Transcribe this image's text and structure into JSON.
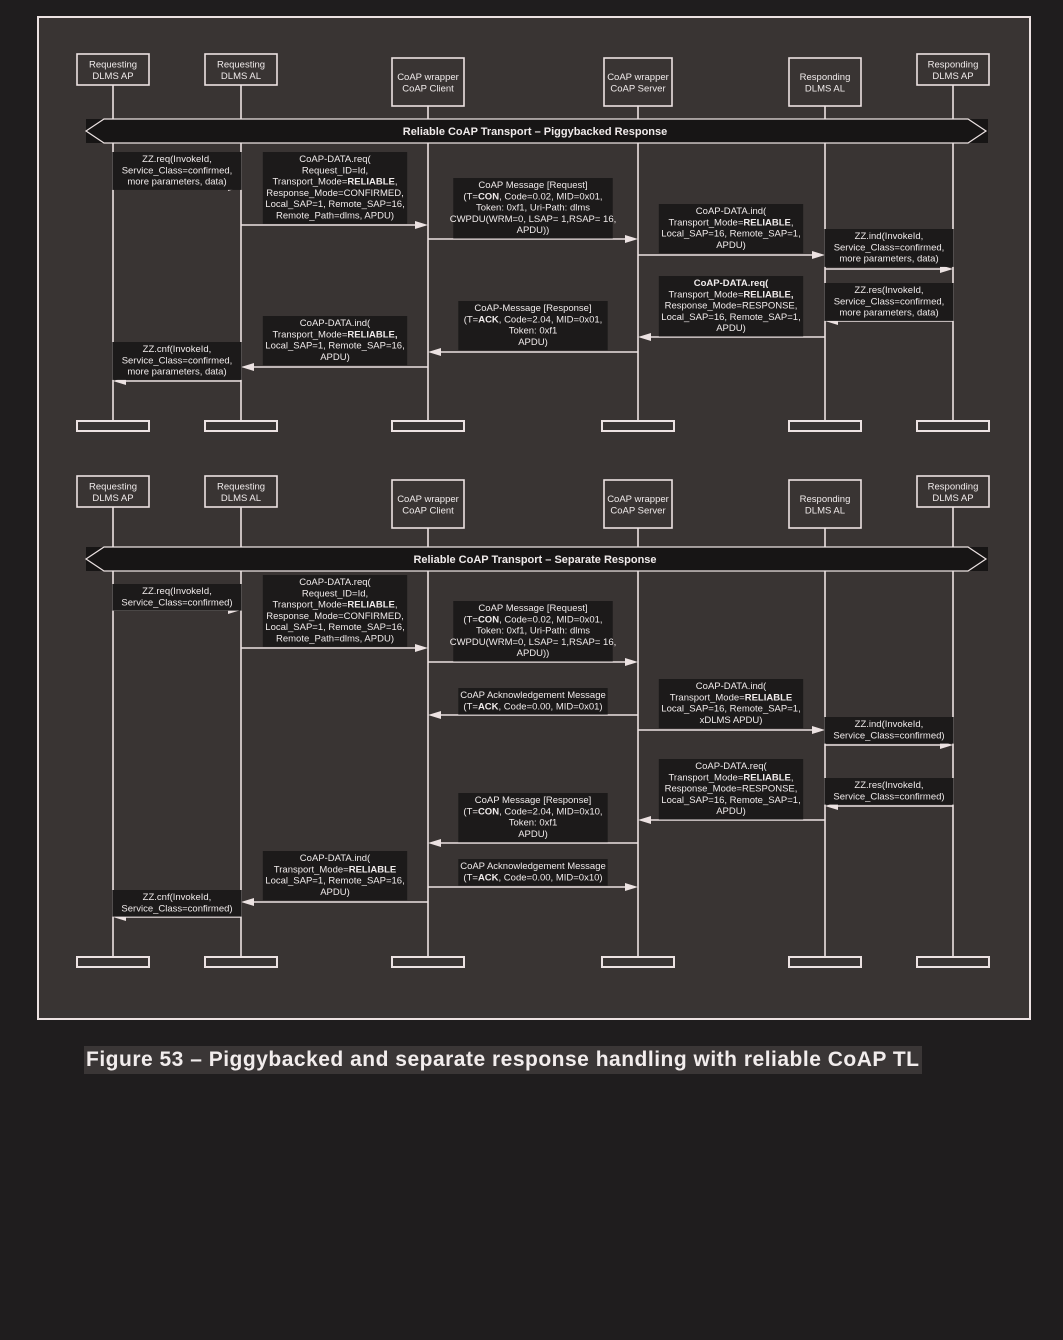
{
  "colors": {
    "page_background": "#1f1d1e",
    "panel_background": "#393433",
    "line": "#ece2e2",
    "label_background": "#1c1a1a",
    "banner_background": "#171515",
    "text": "#f0ebeb"
  },
  "caption": "Figure 53 – Piggybacked and separate response handling with reliable CoAP TL",
  "participants": [
    {
      "id": "req_ap",
      "lines": [
        "Requesting",
        "DLMS AP"
      ]
    },
    {
      "id": "req_al",
      "lines": [
        "Requesting",
        "DLMS AL"
      ]
    },
    {
      "id": "coap_client",
      "lines": [
        "CoAP wrapper",
        "CoAP Client"
      ]
    },
    {
      "id": "coap_server",
      "lines": [
        "CoAP wrapper",
        "CoAP Server"
      ]
    },
    {
      "id": "resp_al",
      "lines": [
        "Responding",
        "DLMS AL"
      ]
    },
    {
      "id": "resp_ap",
      "lines": [
        "Responding",
        "DLMS AP"
      ]
    }
  ],
  "panels": [
    {
      "banner": "Reliable CoAP Transport – Piggybacked Response",
      "messages": [
        {
          "from": "req_ap",
          "to": "req_al",
          "lines": [
            [
              {
                "t": "ZZ.req(InvokeId,"
              }
            ],
            [
              {
                "t": "Service_Class=confirmed,"
              }
            ],
            [
              {
                "t": "more parameters, data)"
              }
            ]
          ]
        },
        {
          "from": "req_al",
          "to": "coap_client",
          "lines": [
            [
              {
                "t": "CoAP-DATA.req("
              }
            ],
            [
              {
                "t": "Request_ID=Id,"
              }
            ],
            [
              {
                "t": "Transport_Mode="
              },
              {
                "t": "RELIABLE",
                "b": true
              },
              {
                "t": ","
              }
            ],
            [
              {
                "t": "Response_Mode=CONFIRMED,"
              }
            ],
            [
              {
                "t": "Local_SAP=1, Remote_SAP=16,"
              }
            ],
            [
              {
                "t": "Remote_Path=dlms, APDU)"
              }
            ]
          ]
        },
        {
          "from": "coap_client",
          "to": "coap_server",
          "lines": [
            [
              {
                "t": "CoAP Message [Request]"
              }
            ],
            [
              {
                "t": "(T="
              },
              {
                "t": "CON",
                "b": true
              },
              {
                "t": ", Code=0.02, MID=0x01,"
              }
            ],
            [
              {
                "t": "Token: 0xf1, Uri-Path: dlms"
              }
            ],
            [
              {
                "t": "CWPDU(WRM=0, LSAP= 1,RSAP= 16,"
              }
            ],
            [
              {
                "t": "APDU))"
              }
            ]
          ]
        },
        {
          "from": "coap_server",
          "to": "resp_al",
          "lines": [
            [
              {
                "t": "CoAP-DATA.ind("
              }
            ],
            [
              {
                "t": "Transport_Mode="
              },
              {
                "t": "RELIABLE",
                "b": true
              },
              {
                "t": ","
              }
            ],
            [
              {
                "t": "Local_SAP=16, Remote_SAP=1,"
              }
            ],
            [
              {
                "t": "APDU)"
              }
            ]
          ]
        },
        {
          "from": "resp_al",
          "to": "resp_ap",
          "lines": [
            [
              {
                "t": "ZZ.ind(InvokeId,"
              }
            ],
            [
              {
                "t": "Service_Class=confirmed,"
              }
            ],
            [
              {
                "t": "more parameters, data)"
              }
            ]
          ]
        },
        {
          "from": "resp_ap",
          "to": "resp_al",
          "lines": [
            [
              {
                "t": "ZZ.res(InvokeId,"
              }
            ],
            [
              {
                "t": "Service_Class=confirmed,"
              }
            ],
            [
              {
                "t": "more parameters, data)"
              }
            ]
          ]
        },
        {
          "from": "resp_al",
          "to": "coap_server",
          "lines": [
            [
              {
                "t": "CoAP-DATA.req(",
                "b": true
              }
            ],
            [
              {
                "t": "Transport_Mode="
              },
              {
                "t": "RELIABLE,",
                "b": true
              }
            ],
            [
              {
                "t": "Response_Mode=RESPONSE,"
              }
            ],
            [
              {
                "t": "Local_SAP=16, Remote_SAP=1,"
              }
            ],
            [
              {
                "t": "APDU)"
              }
            ]
          ]
        },
        {
          "from": "coap_server",
          "to": "coap_client",
          "lines": [
            [
              {
                "t": "CoAP-Message [Response]"
              }
            ],
            [
              {
                "t": "(T="
              },
              {
                "t": "ACK",
                "b": true
              },
              {
                "t": ", Code=2.04, MID=0x01,"
              }
            ],
            [
              {
                "t": "Token: 0xf1"
              }
            ],
            [
              {
                "t": "APDU)"
              }
            ]
          ]
        },
        {
          "from": "coap_client",
          "to": "req_al",
          "lines": [
            [
              {
                "t": "CoAP-DATA.ind("
              }
            ],
            [
              {
                "t": "Transport_Mode="
              },
              {
                "t": "RELIABLE,",
                "b": true
              }
            ],
            [
              {
                "t": "Local_SAP=1, Remote_SAP=16,"
              }
            ],
            [
              {
                "t": "APDU)"
              }
            ]
          ]
        },
        {
          "from": "req_al",
          "to": "req_ap",
          "lines": [
            [
              {
                "t": "ZZ.cnf(InvokeId,"
              }
            ],
            [
              {
                "t": "Service_Class=confirmed,"
              }
            ],
            [
              {
                "t": "more parameters, data)"
              }
            ]
          ]
        }
      ]
    },
    {
      "banner": "Reliable CoAP Transport – Separate Response",
      "messages": [
        {
          "from": "req_ap",
          "to": "req_al",
          "lines": [
            [
              {
                "t": "ZZ.req(InvokeId,"
              }
            ],
            [
              {
                "t": "Service_Class=confirmed)"
              }
            ]
          ]
        },
        {
          "from": "req_al",
          "to": "coap_client",
          "lines": [
            [
              {
                "t": "CoAP-DATA.req("
              }
            ],
            [
              {
                "t": "Request_ID=Id,"
              }
            ],
            [
              {
                "t": "Transport_Mode="
              },
              {
                "t": "RELIABLE",
                "b": true
              },
              {
                "t": ","
              }
            ],
            [
              {
                "t": "Response_Mode=CONFIRMED,"
              }
            ],
            [
              {
                "t": "Local_SAP=1, Remote_SAP=16,"
              }
            ],
            [
              {
                "t": "Remote_Path=dlms, APDU)"
              }
            ]
          ]
        },
        {
          "from": "coap_client",
          "to": "coap_server",
          "lines": [
            [
              {
                "t": "CoAP Message [Request]"
              }
            ],
            [
              {
                "t": "(T="
              },
              {
                "t": "CON",
                "b": true
              },
              {
                "t": ", Code=0.02, MID=0x01,"
              }
            ],
            [
              {
                "t": "Token: 0xf1, Uri-Path: dlms"
              }
            ],
            [
              {
                "t": "CWPDU(WRM=0, LSAP= 1,RSAP= 16,"
              }
            ],
            [
              {
                "t": "APDU))"
              }
            ]
          ]
        },
        {
          "from": "coap_server",
          "to": "coap_client",
          "lines": [
            [
              {
                "t": "CoAP Acknowledgement Message"
              }
            ],
            [
              {
                "t": "(T="
              },
              {
                "t": "ACK",
                "b": true
              },
              {
                "t": ", Code=0.00, MID=0x01)"
              }
            ]
          ]
        },
        {
          "from": "coap_server",
          "to": "resp_al",
          "lines": [
            [
              {
                "t": "CoAP-DATA.ind("
              }
            ],
            [
              {
                "t": "Transport_Mode="
              },
              {
                "t": "RELIABLE",
                "b": true
              }
            ],
            [
              {
                "t": "Local_SAP=16, Remote_SAP=1,"
              }
            ],
            [
              {
                "t": "xDLMS APDU)"
              }
            ]
          ]
        },
        {
          "from": "resp_al",
          "to": "resp_ap",
          "lines": [
            [
              {
                "t": "ZZ.ind(InvokeId,"
              }
            ],
            [
              {
                "t": "Service_Class=confirmed)"
              }
            ]
          ]
        },
        {
          "from": "resp_ap",
          "to": "resp_al",
          "lines": [
            [
              {
                "t": "ZZ.res(InvokeId,"
              }
            ],
            [
              {
                "t": "Service_Class=confirmed)"
              }
            ]
          ]
        },
        {
          "from": "resp_al",
          "to": "coap_server",
          "lines": [
            [
              {
                "t": "CoAP-DATA.req("
              }
            ],
            [
              {
                "t": "Transport_Mode="
              },
              {
                "t": "RELIABLE",
                "b": true
              },
              {
                "t": ","
              }
            ],
            [
              {
                "t": "Response_Mode=RESPONSE,"
              }
            ],
            [
              {
                "t": "Local_SAP=16, Remote_SAP=1,"
              }
            ],
            [
              {
                "t": "APDU)"
              }
            ]
          ]
        },
        {
          "from": "coap_server",
          "to": "coap_client",
          "lines": [
            [
              {
                "t": "CoAP Message [Response]"
              }
            ],
            [
              {
                "t": "(T="
              },
              {
                "t": "CON",
                "b": true
              },
              {
                "t": ", Code=2.04, MID=0x10,"
              }
            ],
            [
              {
                "t": "Token: 0xf1"
              }
            ],
            [
              {
                "t": "APDU)"
              }
            ]
          ]
        },
        {
          "from": "coap_client",
          "to": "coap_server",
          "lines": [
            [
              {
                "t": "CoAP Acknowledgement Message"
              }
            ],
            [
              {
                "t": "(T="
              },
              {
                "t": "ACK",
                "b": true
              },
              {
                "t": ", Code=0.00, MID=0x10)"
              }
            ]
          ]
        },
        {
          "from": "coap_client",
          "to": "req_al",
          "lines": [
            [
              {
                "t": "CoAP-DATA.ind("
              }
            ],
            [
              {
                "t": "Transport_Mode="
              },
              {
                "t": "RELIABLE",
                "b": true
              }
            ],
            [
              {
                "t": "Local_SAP=1, Remote_SAP=16,"
              }
            ],
            [
              {
                "t": "APDU)"
              }
            ]
          ]
        },
        {
          "from": "req_al",
          "to": "req_ap",
          "lines": [
            [
              {
                "t": "ZZ.cnf(InvokeId,"
              }
            ],
            [
              {
                "t": "Service_Class=confirmed)"
              }
            ]
          ]
        }
      ]
    }
  ]
}
